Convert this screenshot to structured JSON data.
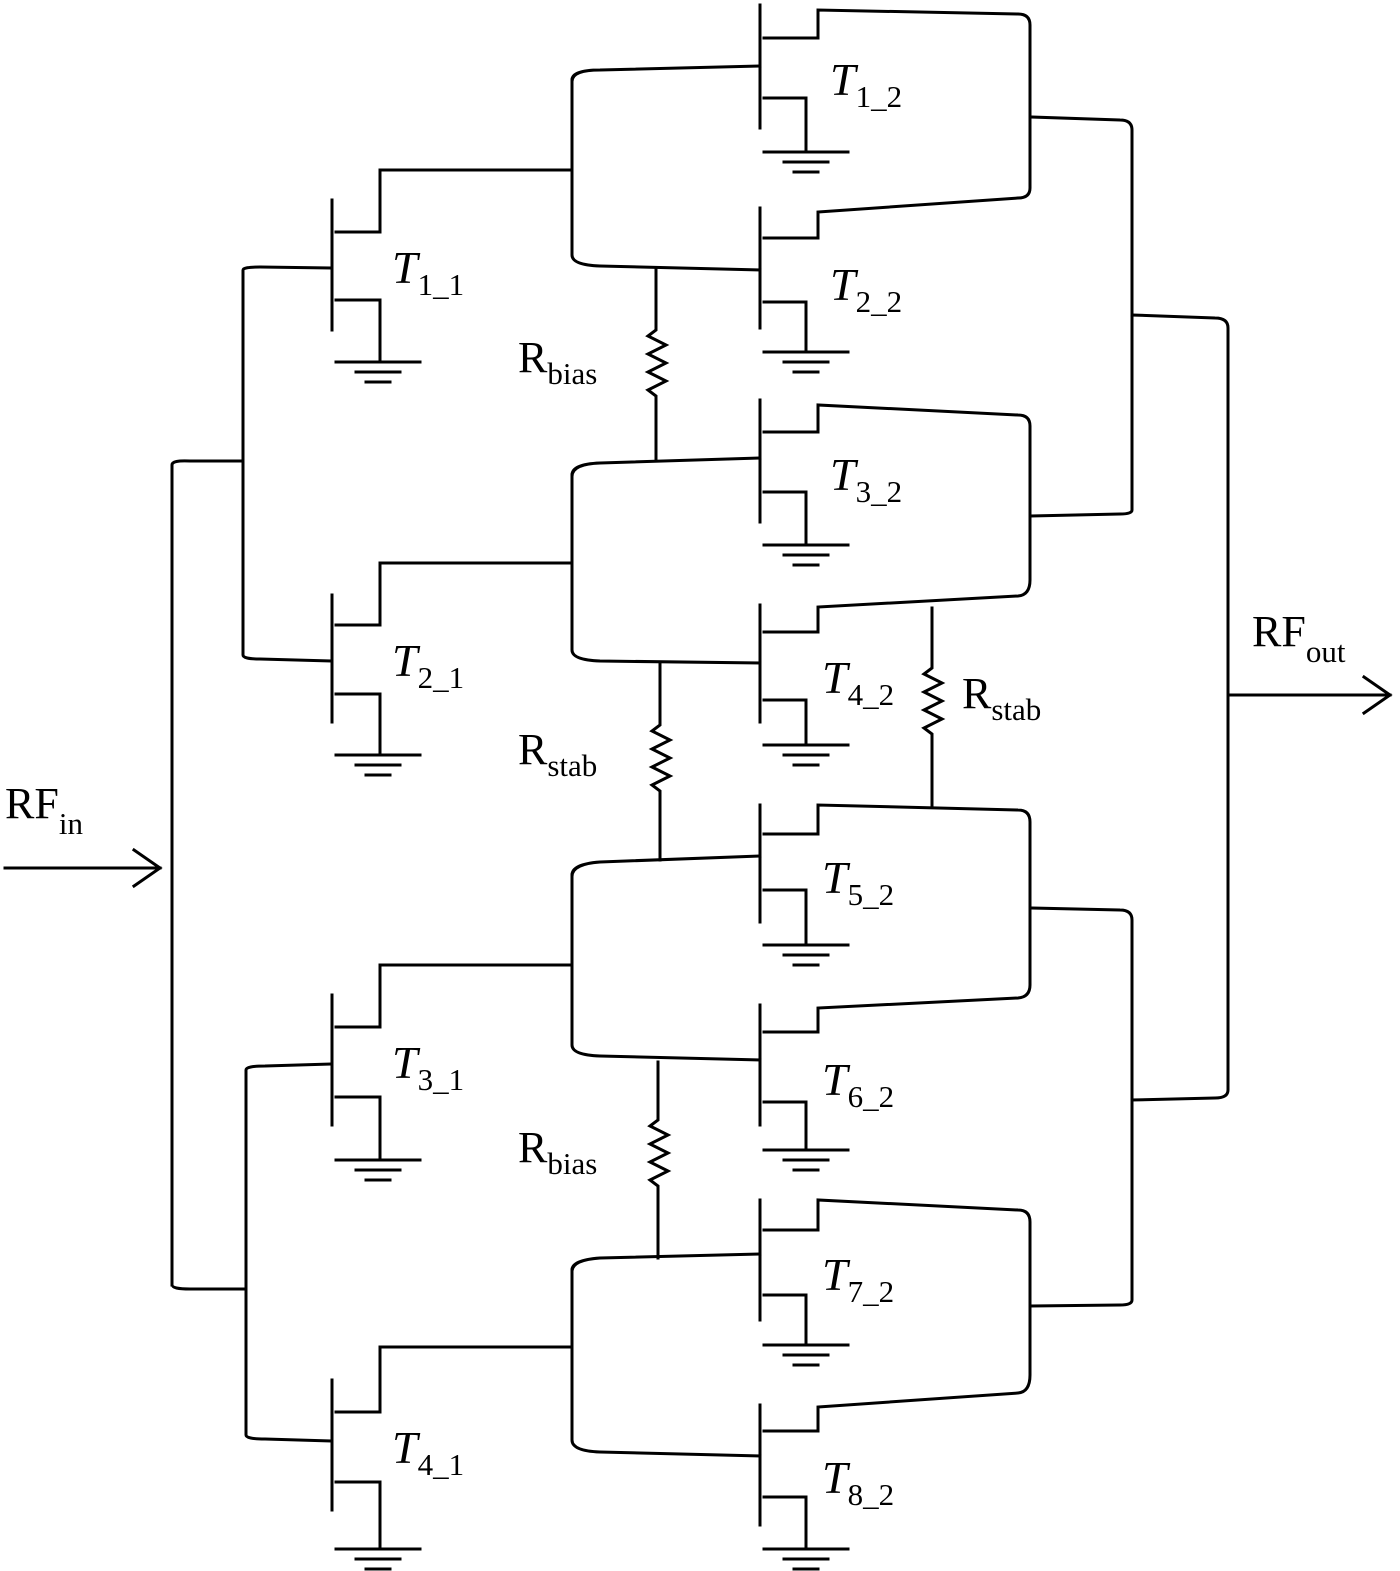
{
  "diagram": {
    "ports": {
      "input": {
        "main": "RF",
        "sub": "in"
      },
      "output": {
        "main": "RF",
        "sub": "out"
      }
    },
    "first_stage": [
      {
        "main": "T",
        "sub": "1_1"
      },
      {
        "main": "T",
        "sub": "2_1"
      },
      {
        "main": "T",
        "sub": "3_1"
      },
      {
        "main": "T",
        "sub": "4_1"
      }
    ],
    "second_stage": [
      {
        "main": "T",
        "sub": "1_2"
      },
      {
        "main": "T",
        "sub": "2_2"
      },
      {
        "main": "T",
        "sub": "3_2"
      },
      {
        "main": "T",
        "sub": "4_2"
      },
      {
        "main": "T",
        "sub": "5_2"
      },
      {
        "main": "T",
        "sub": "6_2"
      },
      {
        "main": "T",
        "sub": "7_2"
      },
      {
        "main": "T",
        "sub": "8_2"
      }
    ],
    "resistors": {
      "rbias_top": {
        "main": "R",
        "sub": "bias"
      },
      "rstab_mid": {
        "main": "R",
        "sub": "stab"
      },
      "rstab_right": {
        "main": "R",
        "sub": "stab"
      },
      "rbias_bottom": {
        "main": "R",
        "sub": "bias"
      }
    }
  }
}
